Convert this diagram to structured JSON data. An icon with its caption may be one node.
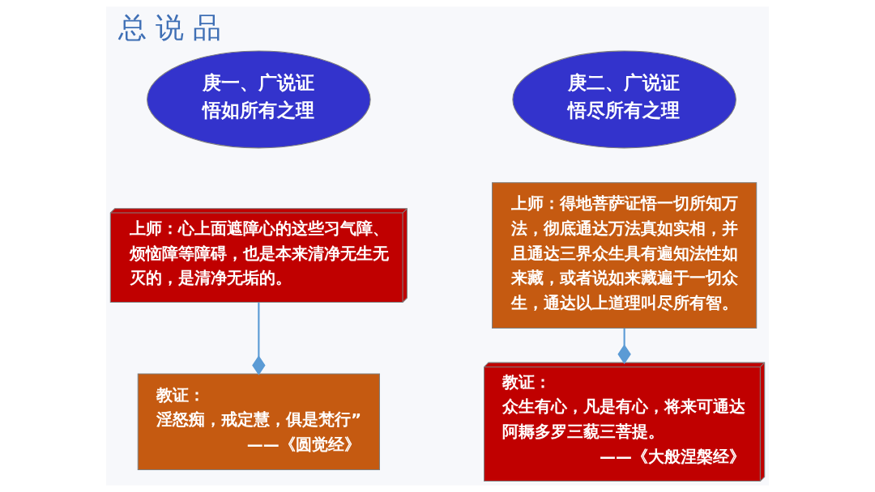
{
  "diagram": {
    "title": "总 说 品",
    "nodes": [
      {
        "text": [
          "庚一、广说证悟如所有之理"
        ]
      },
      {
        "text": [
          "上师：心上面遮障心的这些习气障、烦恼障等障碍，也是本来清净无生无灭的，是清净无垢的。"
        ]
      },
      {
        "text": [
          "教证：",
          "淫怒痴，戒定慧，俱是梵行”",
          "——《圆觉经》"
        ]
      },
      {
        "text": [
          "庚二、广说证悟尽所有之理"
        ]
      },
      {
        "text": [
          "上师：得地菩萨证悟一切所知万法，彻底通达万法真如实相，并且通达三界众生具有遍知法性如来藏，或者说如来藏遍于一切众生，通达以上道理叫尽所有智。"
        ]
      },
      {
        "text": [
          "教证：",
          "众生有心，凡是有心，将来可通达阿耨多罗三藐三菩提。",
          "——《大般涅槃经》"
        ]
      }
    ],
    "edges": [
      {
        "from": 1,
        "to": 2,
        "arrow": "other"
      },
      {
        "from": 4,
        "to": 5,
        "arrow": "other"
      }
    ]
  }
}
